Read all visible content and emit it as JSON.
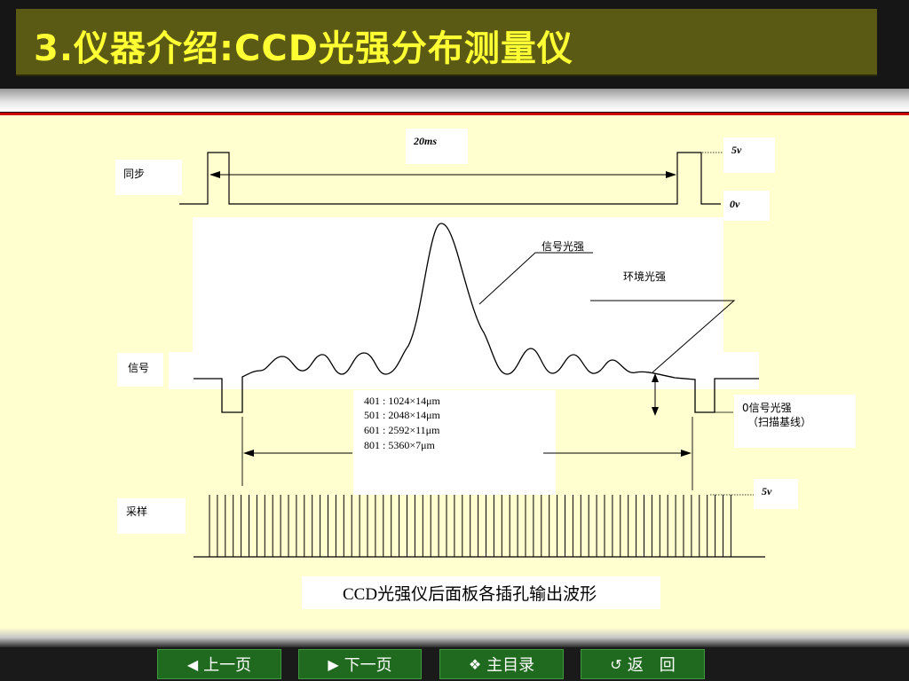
{
  "slide": {
    "title": "3.仪器介绍:CCD光强分布测量仪"
  },
  "diagram": {
    "period_label": "20ms",
    "sync_label": "同步",
    "v5_top": "5v",
    "v0_top": "0v",
    "signal_light": "信号光强",
    "ambient_light": "环境光强",
    "signal_label": "信号",
    "specs": [
      "401 : 1024×14μm",
      "501 : 2048×14μm",
      "601 : 2592×11μm",
      "801 : 5360×7μm"
    ],
    "baseline_1": "0信号光强",
    "baseline_2": "（扫描基线）",
    "sampling_label": "采样",
    "v5_bottom": "5v",
    "caption": "CCD光强仪后面板各插孔输出波形"
  },
  "nav": {
    "prev": "上一页",
    "next": "下一页",
    "home": "主目录",
    "back": "返　回"
  }
}
